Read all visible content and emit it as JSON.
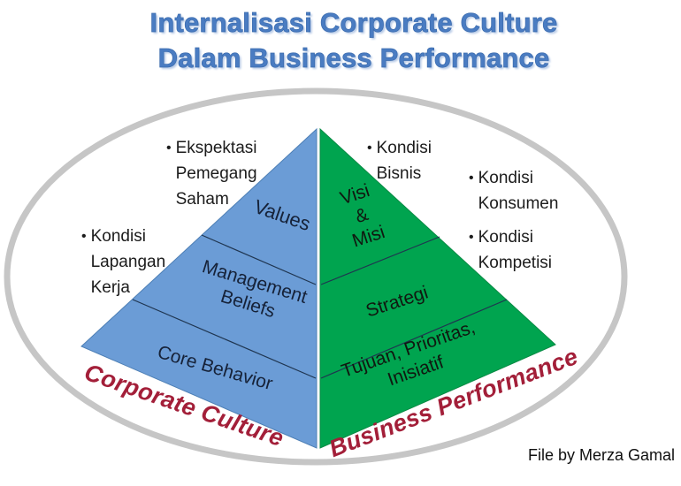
{
  "title": {
    "line1": "Internalisasi Corporate Culture",
    "line2": "Dalam Business Performance"
  },
  "glyphs": {
    "bullet": "•"
  },
  "pyramid": {
    "left_face": {
      "name": "Corporate Culture",
      "layers": [
        {
          "label": "Values"
        },
        {
          "label": "Management Beliefs"
        },
        {
          "label": "Core Behavior"
        }
      ]
    },
    "right_face": {
      "name": "Business Performance",
      "layers": [
        {
          "label": "Visi & Misi"
        },
        {
          "label": "Strategi"
        },
        {
          "label": "Tujuan, Prioritas, Inisiatif"
        }
      ]
    }
  },
  "annotations": [
    {
      "text": "Ekspektasi Pemegang Saham"
    },
    {
      "text": "Kondisi Lapangan Kerja"
    },
    {
      "text": "Kondisi Bisnis"
    },
    {
      "text": "Kondisi Konsumen"
    },
    {
      "text": "Kondisi Kompetisi"
    }
  ],
  "footer": {
    "credit": "File by Merza Gamal"
  },
  "colors": {
    "title_blue": "#4a7cc2",
    "pyramid_blue": "#6b9cd6",
    "pyramid_green": "#00a44f",
    "label_dark_red": "#a31f39",
    "ellipse_gray": "#c6c6c6",
    "divider_navy": "#1f3550",
    "left_face_text": "#162238",
    "right_face_text": "#101810",
    "annotation_text": "#1c1c1c",
    "credit_text": "#101010"
  }
}
